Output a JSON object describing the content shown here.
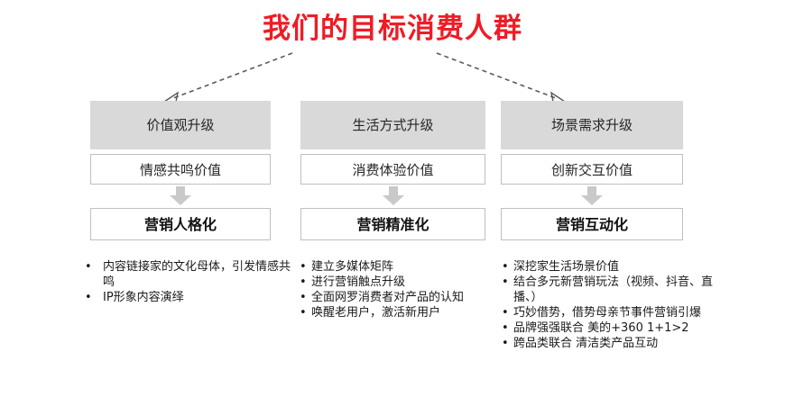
{
  "slide": {
    "title": "我们的目标消费人群",
    "title_color": "#EE1C25",
    "background_color": "#FFFFFF",
    "header_fill_color": "#D9D9D9",
    "box_border_color": "#BFBFBF",
    "arrow_color": "#BFBFBF",
    "connector_color": "#595959"
  },
  "columns": [
    {
      "header": "价值观升级",
      "subtitle": "情感共鸣价值",
      "outcome": "营销人格化",
      "bullets": [
        "内容链接家的文化母体，引发情感共鸣",
        "IP形象内容演绎"
      ]
    },
    {
      "header": "生活方式升级",
      "subtitle": "消费体验价值",
      "outcome": "营销精准化",
      "bullets": [
        "建立多媒体矩阵",
        "进行营销触点升级",
        "全面网罗消费者对产品的认知",
        "唤醒老用户，激活新用户"
      ]
    },
    {
      "header": "场景需求升级",
      "subtitle": "创新交互价值",
      "outcome": "营销互动化",
      "bullets": [
        "深挖家生活场景价值",
        "结合多元新营销玩法（视频、抖音、直播、）",
        "巧妙借势，借势母亲节事件营销引爆",
        "品牌强强联合 美的+360 1+1>2",
        "跨品类联合 清洁类产品互动"
      ]
    }
  ],
  "bullet_marker": "•"
}
